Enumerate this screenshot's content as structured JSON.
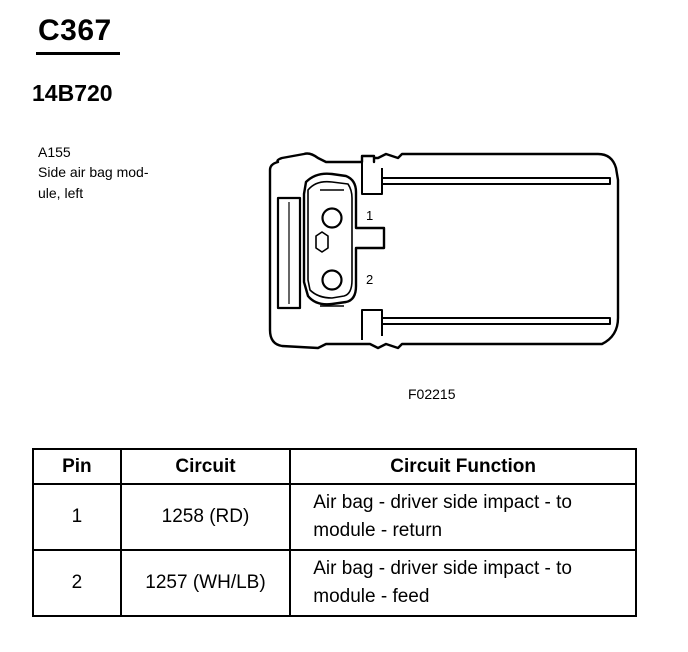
{
  "header": {
    "connector_id": "C367",
    "part_number": "14B720"
  },
  "component": {
    "code": "A155",
    "description_line1": "Side air bag mod-",
    "description_line2": "ule, left"
  },
  "diagram": {
    "pin_labels": [
      "1",
      "2"
    ],
    "figure_code": "F02215"
  },
  "table": {
    "headers": [
      "Pin",
      "Circuit",
      "Circuit Function"
    ],
    "rows": [
      {
        "pin": "1",
        "circuit": "1258 (RD)",
        "function_line1": "Air bag - driver side impact - to",
        "function_line2": "module - return"
      },
      {
        "pin": "2",
        "circuit": "1257 (WH/LB)",
        "function_line1": "Air bag - driver side impact - to",
        "function_line2": "module - feed"
      }
    ]
  }
}
